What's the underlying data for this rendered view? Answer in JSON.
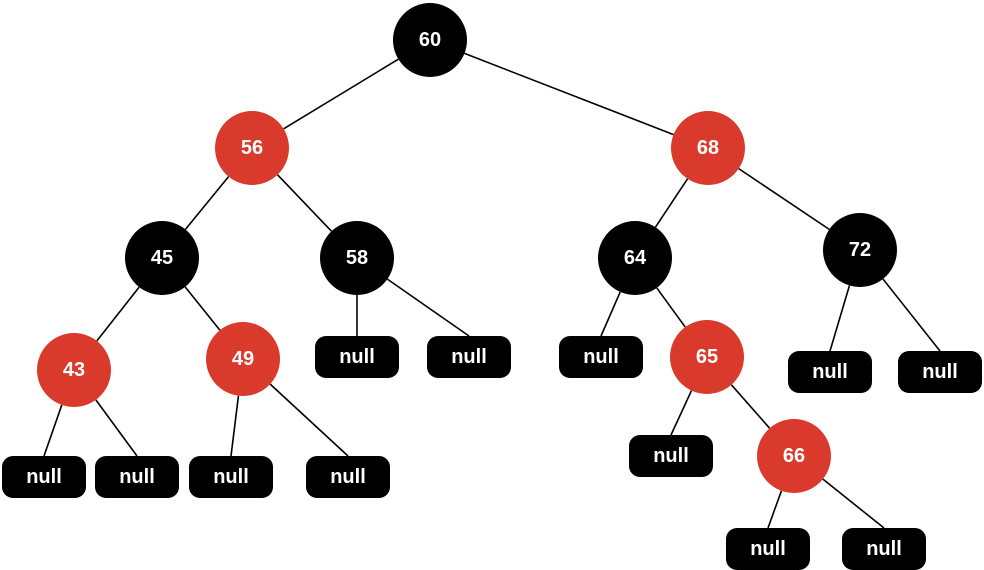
{
  "colors": {
    "black": "#000000",
    "red": "#d93a2b",
    "text": "#ffffff",
    "edge": "#000000",
    "background": "#ffffff"
  },
  "nodes": [
    {
      "id": "n60",
      "label": "60",
      "color": "black"
    },
    {
      "id": "n56",
      "label": "56",
      "color": "red"
    },
    {
      "id": "n68",
      "label": "68",
      "color": "red"
    },
    {
      "id": "n45",
      "label": "45",
      "color": "black"
    },
    {
      "id": "n58",
      "label": "58",
      "color": "black"
    },
    {
      "id": "n64",
      "label": "64",
      "color": "black"
    },
    {
      "id": "n72",
      "label": "72",
      "color": "black"
    },
    {
      "id": "n43",
      "label": "43",
      "color": "red"
    },
    {
      "id": "n49",
      "label": "49",
      "color": "red"
    },
    {
      "id": "n65",
      "label": "65",
      "color": "red"
    },
    {
      "id": "n66",
      "label": "66",
      "color": "red"
    }
  ],
  "leaves": [
    {
      "id": "l58a",
      "label": "null"
    },
    {
      "id": "l58b",
      "label": "null"
    },
    {
      "id": "l64a",
      "label": "null"
    },
    {
      "id": "l72a",
      "label": "null"
    },
    {
      "id": "l72b",
      "label": "null"
    },
    {
      "id": "l65a",
      "label": "null"
    },
    {
      "id": "l43a",
      "label": "null"
    },
    {
      "id": "l43b",
      "label": "null"
    },
    {
      "id": "l49a",
      "label": "null"
    },
    {
      "id": "l49b",
      "label": "null"
    },
    {
      "id": "l66a",
      "label": "null"
    },
    {
      "id": "l66b",
      "label": "null"
    }
  ],
  "edges": [
    [
      "n60",
      "n56"
    ],
    [
      "n60",
      "n68"
    ],
    [
      "n56",
      "n45"
    ],
    [
      "n56",
      "n58"
    ],
    [
      "n68",
      "n64"
    ],
    [
      "n68",
      "n72"
    ],
    [
      "n45",
      "n43"
    ],
    [
      "n45",
      "n49"
    ],
    [
      "n58",
      "l58a"
    ],
    [
      "n58",
      "l58b"
    ],
    [
      "n64",
      "l64a"
    ],
    [
      "n64",
      "n65"
    ],
    [
      "n72",
      "l72a"
    ],
    [
      "n72",
      "l72b"
    ],
    [
      "n43",
      "l43a"
    ],
    [
      "n43",
      "l43b"
    ],
    [
      "n49",
      "l49a"
    ],
    [
      "n49",
      "l49b"
    ],
    [
      "n65",
      "l65a"
    ],
    [
      "n65",
      "n66"
    ],
    [
      "n66",
      "l66a"
    ],
    [
      "n66",
      "l66b"
    ]
  ]
}
